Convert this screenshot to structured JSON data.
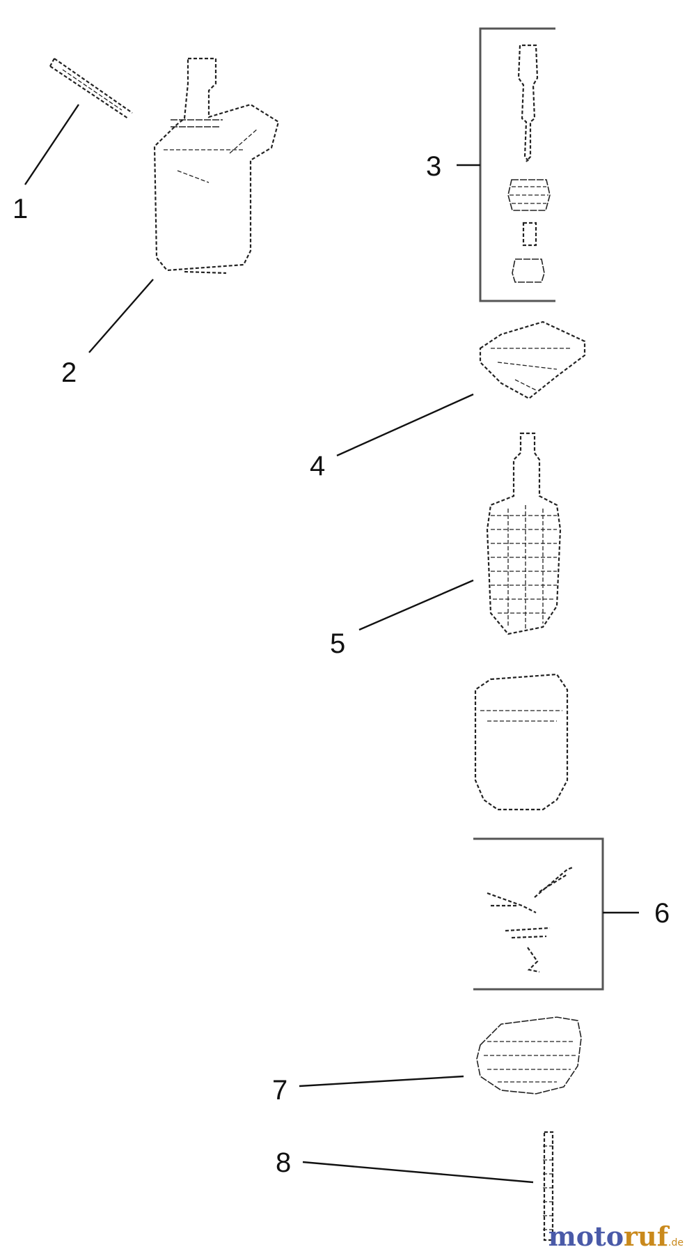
{
  "diagram": {
    "callouts": [
      {
        "id": 1,
        "label": "1"
      },
      {
        "id": 2,
        "label": "2"
      },
      {
        "id": 3,
        "label": "3"
      },
      {
        "id": 4,
        "label": "4"
      },
      {
        "id": 5,
        "label": "5"
      },
      {
        "id": 6,
        "label": "6"
      },
      {
        "id": 7,
        "label": "7"
      },
      {
        "id": 8,
        "label": "8"
      }
    ],
    "watermark": {
      "part1": "moto",
      "part2": "ruf",
      "suffix": ".de"
    }
  }
}
